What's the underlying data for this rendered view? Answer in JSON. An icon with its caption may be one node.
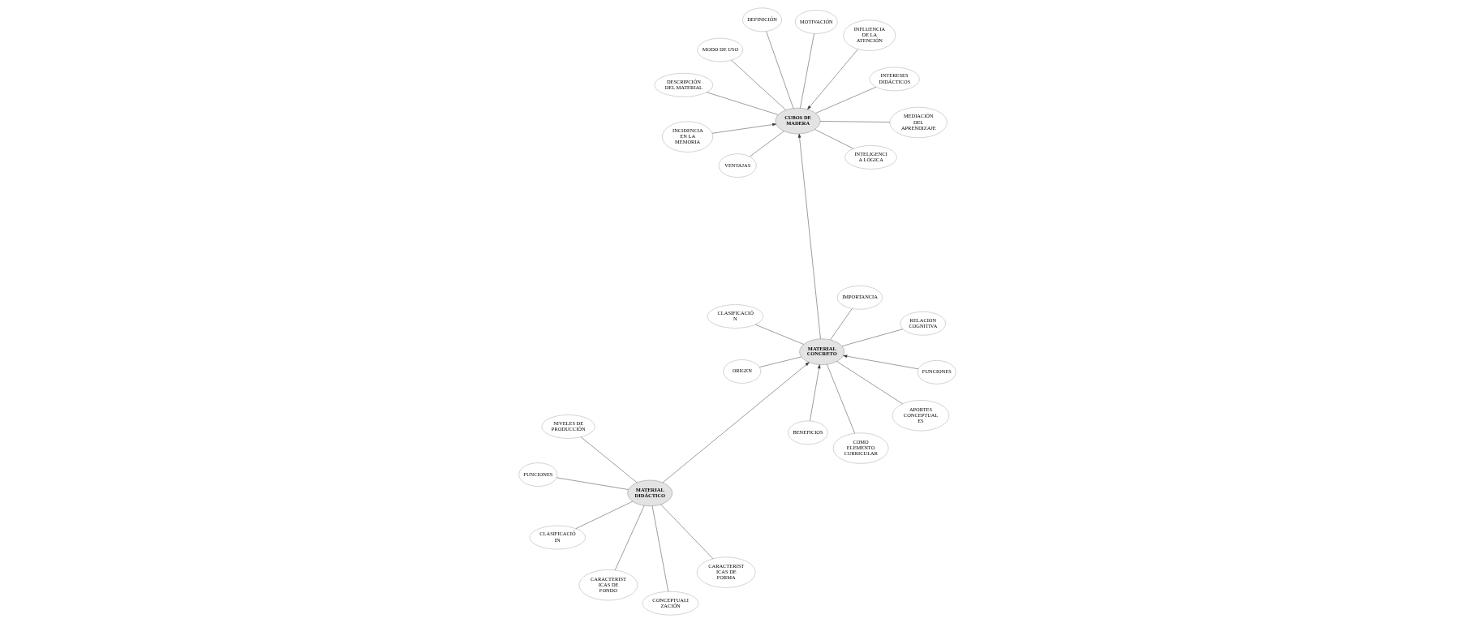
{
  "diagram": {
    "nodes": [
      {
        "text": [
          "MATERIAL DIDÁCTICO"
        ]
      },
      {
        "text": [
          "CONCEPTUALI ZACIÓN"
        ]
      },
      {
        "text": [
          "CARACTERIST ICAS DE FONDO"
        ]
      },
      {
        "text": [
          "NIVELES DE PRODUCCIÓN"
        ]
      },
      {
        "text": [
          "CARACTERIST ICAS DE FORMA"
        ]
      },
      {
        "text": [
          "FUNCIONES"
        ]
      },
      {
        "text": [
          "CLASIFICACIÓ IN"
        ]
      },
      {
        "text": [
          "MATERIAL CONCRETO"
        ]
      },
      {
        "text": [
          "ORIGEN"
        ]
      },
      {
        "text": [
          "APORTES CONCEPTUAL ES"
        ]
      },
      {
        "text": [
          "BENEFICIOS"
        ]
      },
      {
        "text": [
          "CLASIFICACIÓ N"
        ]
      },
      {
        "text": [
          "FUNCIONES"
        ]
      },
      {
        "text": [
          "RELACION COGNITIVA"
        ]
      },
      {
        "text": [
          "IMPORTANCIA"
        ]
      },
      {
        "text": [
          "COMO ELEMENTO CURRICULAR"
        ]
      },
      {
        "text": [
          "CUBOS DE MADERA"
        ]
      },
      {
        "text": [
          "DEFINICIÓN"
        ]
      },
      {
        "text": [
          "DESCRIPCIÓN DEL MATERIAL"
        ]
      },
      {
        "text": [
          "MODO DE USO"
        ]
      },
      {
        "text": [
          "VENTAJAS"
        ]
      },
      {
        "text": [
          "INCIDENCIA EN LA MEMORIA"
        ]
      },
      {
        "text": [
          "INTERESES DIDÁCTICOS"
        ]
      },
      {
        "text": [
          "INFLUENCIA DE LA ATENCIÓN"
        ]
      },
      {
        "text": [
          "MOTIVACIÓN"
        ]
      },
      {
        "text": [
          "INTELIGENCI A LÓGICA"
        ]
      },
      {
        "text": [
          "MEDIACIÓN DEL APRENDIZAJE"
        ]
      }
    ],
    "edges": [
      {
        "from": 1,
        "to": 0,
        "arrow": "none"
      },
      {
        "from": 2,
        "to": 0,
        "arrow": "none"
      },
      {
        "from": 3,
        "to": 0,
        "arrow": "none"
      },
      {
        "from": 4,
        "to": 0,
        "arrow": "none"
      },
      {
        "from": 5,
        "to": 0,
        "arrow": "none"
      },
      {
        "from": 6,
        "to": 0,
        "arrow": "none"
      },
      {
        "from": 0,
        "to": 7,
        "arrow": "to"
      },
      {
        "from": 8,
        "to": 7,
        "arrow": "none"
      },
      {
        "from": 9,
        "to": 7,
        "arrow": "none"
      },
      {
        "from": 10,
        "to": 7,
        "arrow": "to"
      },
      {
        "from": 11,
        "to": 7,
        "arrow": "none"
      },
      {
        "from": 12,
        "to": 7,
        "arrow": "to"
      },
      {
        "from": 13,
        "to": 7,
        "arrow": "none"
      },
      {
        "from": 14,
        "to": 7,
        "arrow": "none"
      },
      {
        "from": 15,
        "to": 7,
        "arrow": "none"
      },
      {
        "from": 7,
        "to": 16,
        "arrow": "to"
      },
      {
        "from": 17,
        "to": 16,
        "arrow": "none"
      },
      {
        "from": 18,
        "to": 16,
        "arrow": "none"
      },
      {
        "from": 19,
        "to": 16,
        "arrow": "none"
      },
      {
        "from": 20,
        "to": 16,
        "arrow": "none"
      },
      {
        "from": 21,
        "to": 16,
        "arrow": "to"
      },
      {
        "from": 22,
        "to": 16,
        "arrow": "none"
      },
      {
        "from": 23,
        "to": 16,
        "arrow": "to"
      },
      {
        "from": 24,
        "to": 16,
        "arrow": "none"
      },
      {
        "from": 25,
        "to": 16,
        "arrow": "none"
      },
      {
        "from": 26,
        "to": 16,
        "arrow": "none"
      }
    ]
  }
}
